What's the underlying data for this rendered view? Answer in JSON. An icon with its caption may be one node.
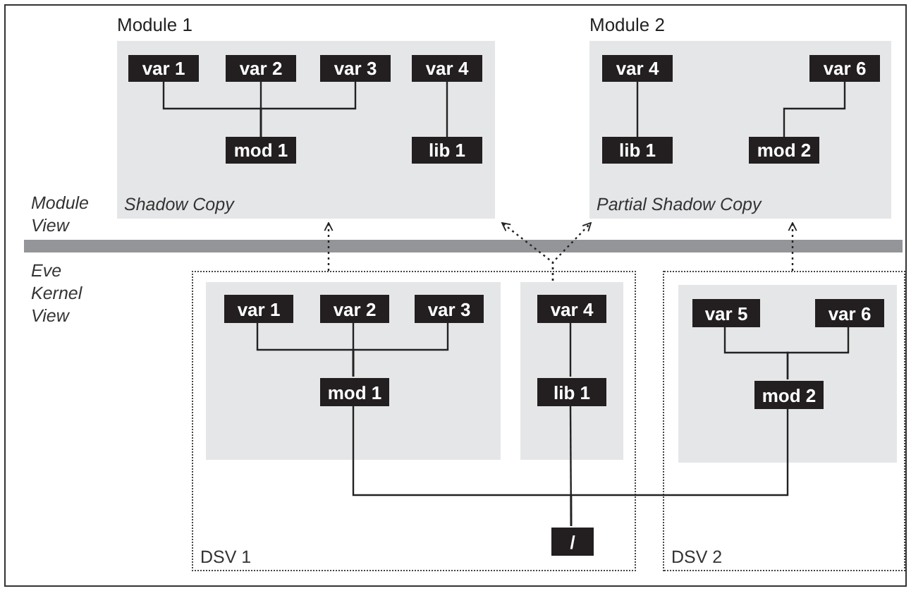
{
  "diagram": {
    "nodes": [
      {
        "text": [
          "Module 1",
          "Shadow Copy"
        ]
      },
      {
        "text": [
          "var 1"
        ],
        "in": 0
      },
      {
        "text": [
          "var 2"
        ],
        "in": 0
      },
      {
        "text": [
          "var 3"
        ],
        "in": 0
      },
      {
        "text": [
          "var 4"
        ],
        "in": 0
      },
      {
        "text": [
          "mod 1"
        ],
        "in": 0
      },
      {
        "text": [
          "lib 1"
        ],
        "in": 0
      },
      {
        "text": [
          "Module 2",
          "Partial Shadow Copy"
        ]
      },
      {
        "text": [
          "var 4"
        ],
        "in": 7
      },
      {
        "text": [
          "var 6"
        ],
        "in": 7
      },
      {
        "text": [
          "lib 1"
        ],
        "in": 7
      },
      {
        "text": [
          "mod 2"
        ],
        "in": 7
      },
      {
        "text": [
          "DSV 1"
        ]
      },
      {
        "text": [],
        "shape": "box",
        "in": 12
      },
      {
        "text": [
          "var 1"
        ],
        "in": 13
      },
      {
        "text": [
          "var 2"
        ],
        "in": 13
      },
      {
        "text": [
          "var 3"
        ],
        "in": 13
      },
      {
        "text": [
          "mod 1"
        ],
        "in": 13
      },
      {
        "text": [],
        "shape": "box",
        "in": 12
      },
      {
        "text": [
          "var 4"
        ],
        "in": 18
      },
      {
        "text": [
          "lib 1"
        ],
        "in": 18
      },
      {
        "text": [
          "/"
        ],
        "in": 12
      },
      {
        "text": [
          "DSV 2"
        ]
      },
      {
        "text": [],
        "shape": "box",
        "in": 22
      },
      {
        "text": [
          "var 5"
        ],
        "in": 23
      },
      {
        "text": [
          "var 6"
        ],
        "in": 23
      },
      {
        "text": [
          "mod 2"
        ],
        "in": 23
      }
    ],
    "edges": [
      {
        "from": 1,
        "to": 5,
        "arrow": "none"
      },
      {
        "from": 2,
        "to": 5,
        "arrow": "none"
      },
      {
        "from": 3,
        "to": 5,
        "arrow": "none"
      },
      {
        "from": 4,
        "to": 6,
        "arrow": "none"
      },
      {
        "from": 8,
        "to": 10,
        "arrow": "none"
      },
      {
        "from": 9,
        "to": 11,
        "arrow": "none"
      },
      {
        "from": 14,
        "to": 17,
        "arrow": "none"
      },
      {
        "from": 15,
        "to": 17,
        "arrow": "none"
      },
      {
        "from": 16,
        "to": 17,
        "arrow": "none"
      },
      {
        "from": 19,
        "to": 20,
        "arrow": "none"
      },
      {
        "from": 24,
        "to": 26,
        "arrow": "none"
      },
      {
        "from": 25,
        "to": 26,
        "arrow": "none"
      },
      {
        "from": 17,
        "to": 21,
        "arrow": "none"
      },
      {
        "from": 20,
        "to": 21,
        "arrow": "none"
      },
      {
        "from": 26,
        "to": 21,
        "arrow": "none"
      },
      {
        "from": 12,
        "to": 0,
        "arrow": "to",
        "style": "dashed"
      },
      {
        "from": 18,
        "to": 0,
        "arrow": "to",
        "style": "dashed"
      },
      {
        "from": 18,
        "to": 7,
        "arrow": "to",
        "style": "dashed"
      },
      {
        "from": 22,
        "to": 7,
        "arrow": "to",
        "style": "dashed"
      }
    ],
    "labels": [
      "Module View",
      "Eve Kernel View"
    ]
  }
}
